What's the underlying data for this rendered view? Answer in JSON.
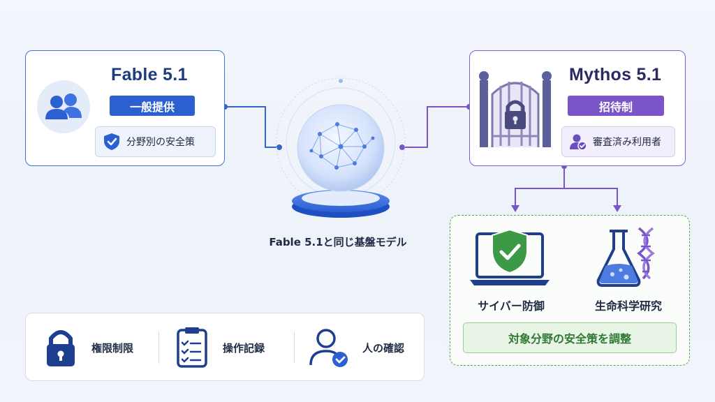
{
  "fable": {
    "title": "Fable 5.1",
    "badge": "一般提供",
    "feature": "分野別の安全策"
  },
  "mythos": {
    "title": "Mythos 5.1",
    "badge": "招待制",
    "feature": "審査済み利用者"
  },
  "center": {
    "caption": "Fable 5.1と同じ基盤モデル"
  },
  "controls": [
    {
      "label": "権限制限",
      "icon": "lock-icon"
    },
    {
      "label": "操作記録",
      "icon": "clipboard-checklist-icon"
    },
    {
      "label": "人の確認",
      "icon": "user-check-icon"
    }
  ],
  "applications": {
    "items": [
      {
        "label": "サイバー防御",
        "icon": "laptop-shield-icon"
      },
      {
        "label": "生命科学研究",
        "icon": "flask-dna-icon"
      }
    ],
    "note": "対象分野の安全策を調整"
  },
  "colors": {
    "fable_blue": "#2c5fd0",
    "mythos_purple": "#7a55c9",
    "green": "#4aa85a",
    "navy_icon": "#1e3f8f"
  }
}
